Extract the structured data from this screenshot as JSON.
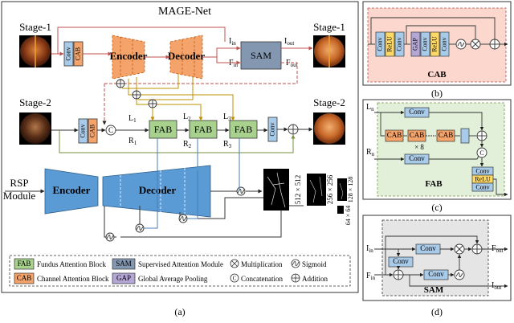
{
  "main": {
    "title": "MAGE-Net",
    "panel_label": "(a)",
    "stage1": "Stage-1",
    "stage2": "Stage-2",
    "rsp": [
      "RSP",
      "Module"
    ],
    "encoder": "Encoder",
    "decoder": "Decoder",
    "conv": "Conv",
    "cab": "CAB",
    "fab": "FAB",
    "sam": "SAM",
    "i_in": "I",
    "i_in_sub": "in",
    "i_out": "I",
    "i_out_sub": "out",
    "f_in": "F",
    "f_in_sub": "in",
    "f_out": "F",
    "f_out_sub": "out",
    "l_labels": [
      [
        "L",
        "1"
      ],
      [
        "L",
        "2"
      ],
      [
        "L",
        "3"
      ]
    ],
    "r_labels": [
      [
        "R",
        "1"
      ],
      [
        "R",
        "2"
      ],
      [
        "R",
        "3"
      ]
    ],
    "scales": [
      "512 × 512",
      "256 × 256",
      "128 × 128",
      "64 × 64"
    ],
    "concat_symbol": "C"
  },
  "legend": {
    "fab": {
      "abbr": "FAB",
      "text": "Fundus Attention Block"
    },
    "cab": {
      "abbr": "CAB",
      "text": "Channel Attention Block"
    },
    "sam": {
      "abbr": "SAM",
      "text": "Supervised Attention Module"
    },
    "gap": {
      "abbr": "GAP",
      "text": "Global Average Pooling"
    },
    "mult": "Multiplication",
    "sigmoid": "Sigmoid",
    "concat": "Concatenation",
    "add": "Addition",
    "concat_symbol": "C"
  },
  "panel_b": {
    "label": "(b)",
    "title": "CAB",
    "blocks": [
      "Conv",
      "ReLU",
      "Conv",
      "GAP",
      "Conv",
      "ReLU",
      "Conv"
    ]
  },
  "panel_c": {
    "label": "(c)",
    "title": "FAB",
    "ln": [
      "L",
      "n"
    ],
    "rn": [
      "R",
      "n"
    ],
    "conv": "Conv",
    "cab": "CAB",
    "times": "× 8",
    "relu": "ReLU",
    "concat_symbol": "C"
  },
  "panel_d": {
    "label": "(d)",
    "title": "SAM",
    "conv": "Conv",
    "i_in": [
      "I",
      "in"
    ],
    "f_in": [
      "F",
      "in"
    ],
    "f_out": [
      "F",
      "out"
    ],
    "i_out": [
      "I",
      "out"
    ]
  },
  "colors": {
    "encoder": "#f4a46a",
    "conv": "#a9cbea",
    "cab": "#f4a46a",
    "fab": "#a9d18e",
    "sam": "#8497b0",
    "gap": "#b4a7d6",
    "relu": "#ffd966",
    "rsp": "#5b9bd5",
    "panel_b_bg": "#fbd7cd",
    "panel_c_bg": "#e2f0d9",
    "panel_d_bg": "#e5e5e5",
    "stage1_line": "#c0504d",
    "stage2_line": "#76923c",
    "l_line": "#bf9000",
    "r_line": "#4a7ebb"
  }
}
